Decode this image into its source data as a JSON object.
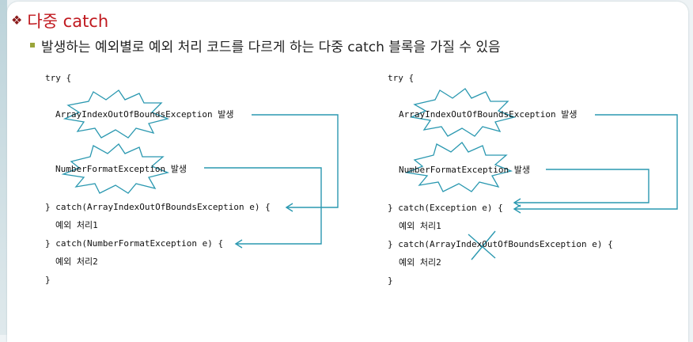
{
  "title": {
    "icon": "diamond-bullet-icon",
    "text": "다중 catch"
  },
  "subtitle": {
    "text": "발생하는 예외별로 예외 처리 코드를 다르게 하는 다중 catch 블록을 가질 수 있음"
  },
  "left": {
    "try": "try {",
    "exc1": "ArrayIndexOutOfBoundsException 발생",
    "exc2": "NumberFormatException 발생",
    "catch1": "} catch(ArrayIndexOutOfBoundsException e) {",
    "handle1": "예외 처리1",
    "catch2": "} catch(NumberFormatException e) {",
    "handle2": "예외 처리2",
    "close": "}"
  },
  "right": {
    "try": "try {",
    "exc1": "ArrayIndexOutOfBoundsException 발생",
    "exc2": "NumberFormatException 발생",
    "catch1": "} catch(Exception e) {",
    "handle1": "예외 처리1",
    "catch2": "} catch(ArrayIndexOutOfBoundsException e) {",
    "handle2": "예외 처리2",
    "close": "}"
  },
  "colors": {
    "title": "#c0191f",
    "arrow": "#2a98b0",
    "bullet": "#9aa53a"
  }
}
